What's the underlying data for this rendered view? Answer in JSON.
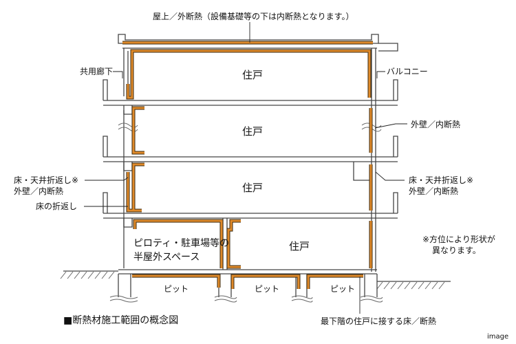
{
  "labels": {
    "roof": "屋上／外断熱（設備基礎等の下は内断熱となります。）",
    "corridor": "共用廊下",
    "balcony": "バルコニー",
    "wall_right": "外壁／内断熱",
    "fold_left_1": "床・天井折返し※",
    "fold_left_2": "外壁／内断熱",
    "floor_fold": "床の折返し",
    "fold_right_1": "床・天井折返し※",
    "fold_right_2": "外壁／内断熱",
    "note_1": "※方位により形状が",
    "note_2": "異なります。",
    "bottom_floor": "最下階の住戸に接する床／断熱",
    "caption": "■断熱材施工範囲の概念図",
    "watermark": "image"
  },
  "rooms": {
    "unit_1": "住戸",
    "unit_2": "住戸",
    "unit_3": "住戸",
    "unit_4": "住戸",
    "piloti_1": "ピロティ・駐車場等の",
    "piloti_2": "半屋外スペース",
    "pit_1": "ピット",
    "pit_2": "ピット",
    "pit_3": "ピット"
  },
  "colors": {
    "insulation": "#e08a2a",
    "insulation_edge": "#3a2a10",
    "structure": "#444444"
  }
}
